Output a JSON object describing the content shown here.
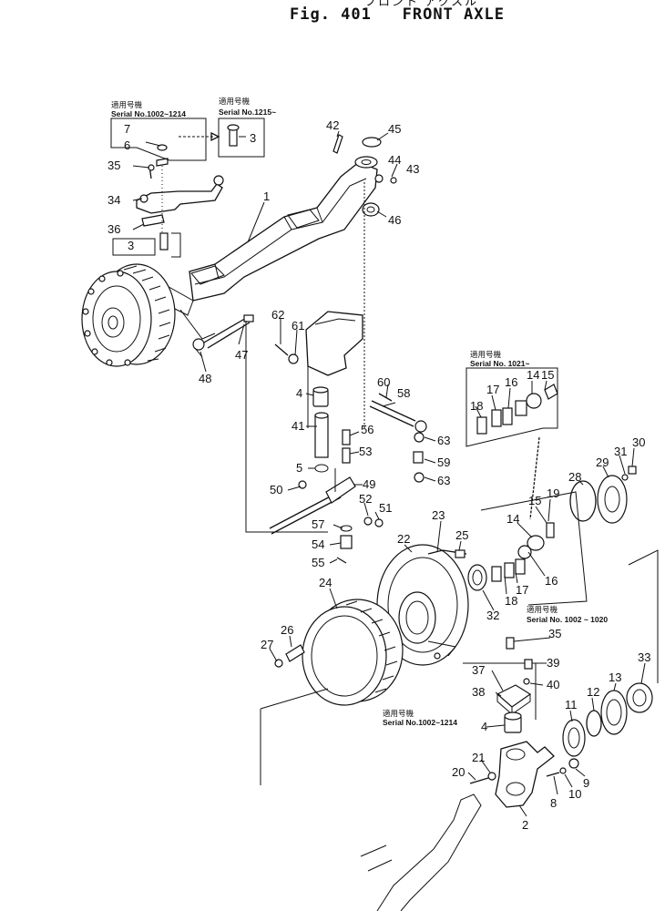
{
  "figure": {
    "jp_title": "フロント アクスル",
    "number_label": "Fig. 401",
    "title": "FRONT AXLE"
  },
  "serial_notes": {
    "a_jp": "適用号機",
    "a": "Serial No.1002~1214",
    "b_jp": "適用号機",
    "b": "Serial No.1215~",
    "c_jp": "適用号機",
    "c": "Serial No. 1021~",
    "d_jp": "適用号機",
    "d": "Serial No. 1002 ~ 1020",
    "e_jp": "適用号機",
    "e": "Serial No.1002~1214"
  },
  "part_numbers": [
    "1",
    "2",
    "3",
    "3",
    "4",
    "4",
    "5",
    "6",
    "7",
    "8",
    "9",
    "10",
    "11",
    "12",
    "13",
    "14",
    "14",
    "15",
    "15",
    "16",
    "16",
    "17",
    "17",
    "18",
    "18",
    "19",
    "20",
    "21",
    "22",
    "23",
    "24",
    "25",
    "26",
    "27",
    "28",
    "29",
    "30",
    "31",
    "32",
    "33",
    "34",
    "35",
    "35",
    "36",
    "37",
    "38",
    "39",
    "40",
    "41",
    "42",
    "43",
    "44",
    "45",
    "46",
    "47",
    "48",
    "49",
    "50",
    "51",
    "52",
    "53",
    "54",
    "55",
    "56",
    "57",
    "58",
    "59",
    "60",
    "61",
    "62",
    "63",
    "63"
  ]
}
